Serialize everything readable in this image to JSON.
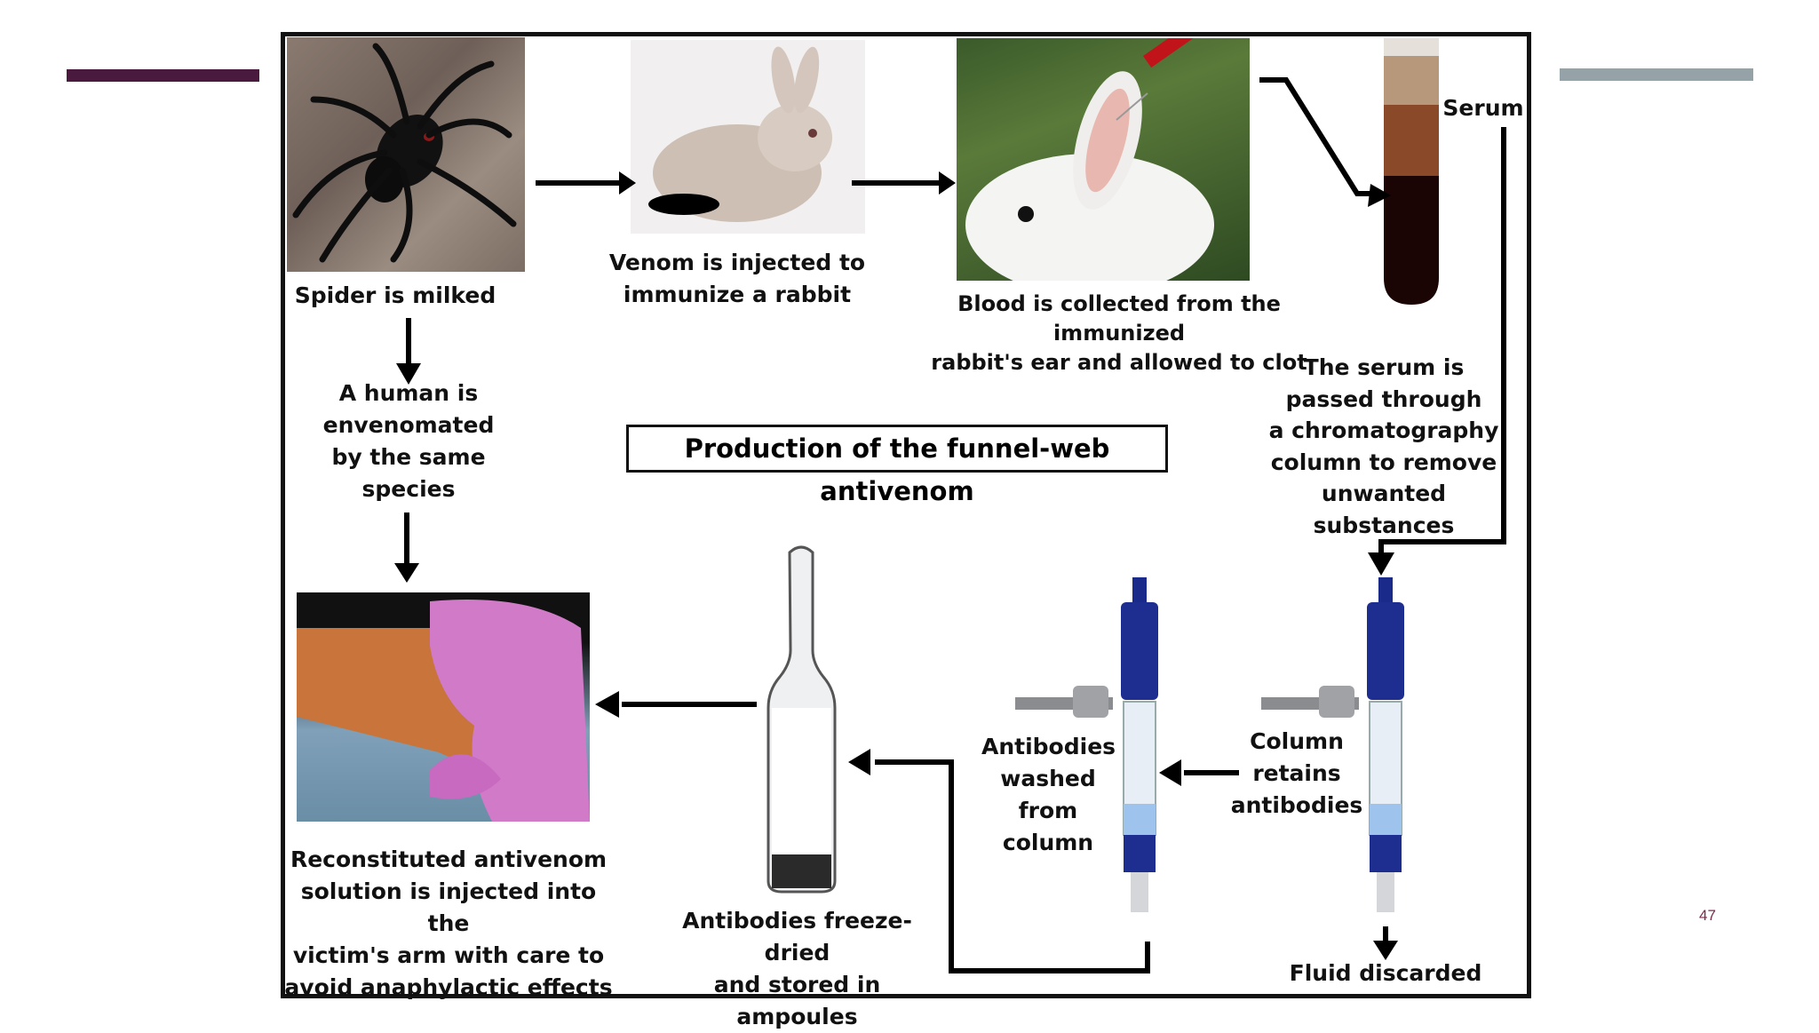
{
  "slide": {
    "page_number": "47"
  },
  "diagram": {
    "title": "Production of the funnel-web antivenom",
    "labels": {
      "spider": "Spider is milked",
      "venom_l1": "Venom is injected to",
      "venom_l2": "immunize a rabbit",
      "blood_l1": "Blood is collected from the immunized",
      "blood_l2": "rabbit's ear and allowed to clot",
      "serum": "Serum",
      "serum_pass": [
        "The serum is",
        "passed through",
        "a chromatography",
        "column to remove",
        "unwanted substances"
      ],
      "human": [
        "A human is",
        "envenomated",
        "by the same",
        "species"
      ],
      "column_retains": [
        "Column",
        "retains",
        "antibodies"
      ],
      "antibodies_washed": [
        "Antibodies",
        "washed",
        "from",
        "column"
      ],
      "fluid": "Fluid discarded",
      "freeze_l1": "Antibodies freeze-dried",
      "freeze_l2": "and stored in ampoules",
      "recon": [
        "Reconstituted antivenom",
        "solution is injected into the",
        "victim's arm with care to",
        "avoid anaphylactic effects"
      ]
    },
    "images": [
      "spider-photo",
      "rabbit-photo",
      "rabbit-ear-injection-photo",
      "blood-tube",
      "chromatography-column",
      "chromatography-column",
      "ampoule",
      "arm-injection-photo"
    ]
  },
  "colors": {
    "left_bar": "#4a1a3e",
    "right_bar": "#95a2a8",
    "column_blue": "#1a2a8a",
    "blood_dark": "#1a0404",
    "serum_brown": "#8a4a2a"
  }
}
